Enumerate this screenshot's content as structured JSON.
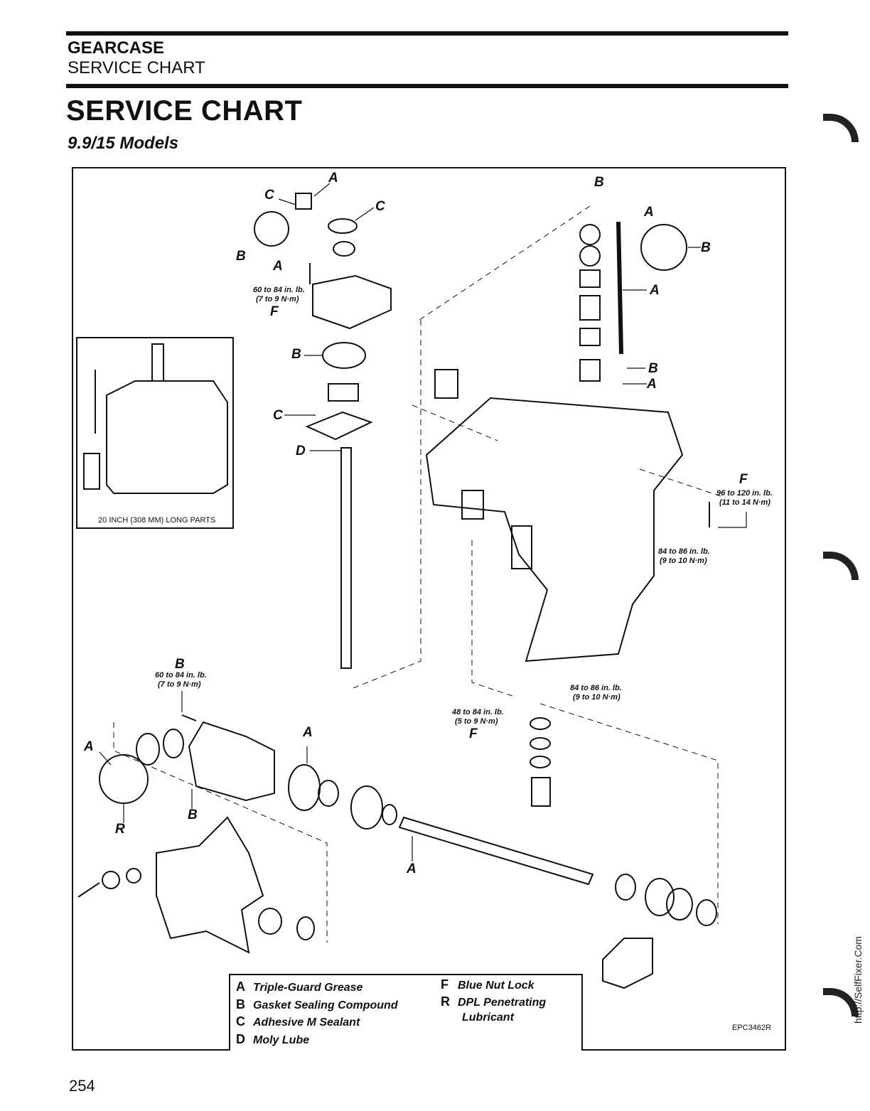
{
  "header": {
    "section": "GEARCASE",
    "subsection": "SERVICE CHART"
  },
  "title": "SERVICE CHART",
  "subtitle": "9.9/15 Models",
  "inset_caption": "20 INCH (308 MM) LONG PARTS",
  "callouts": {
    "a": "A",
    "b": "B",
    "c": "C",
    "d": "D",
    "f": "F",
    "r": "R"
  },
  "torque_specs": [
    {
      "line1": "60 to 84 in. lb.",
      "line2": "(7 to 9 N·m)"
    },
    {
      "line1": "96 to 120 in. lb.",
      "line2": "(11 to 14 N·m)"
    },
    {
      "line1": "84 to 86 in. lb.",
      "line2": "(9 to 10 N·m)"
    },
    {
      "line1": "60 to 84 in. lb.",
      "line2": "(7 to 9 N·m)"
    },
    {
      "line1": "48 to 84 in. lb.",
      "line2": "(5 to 9 N·m)"
    },
    {
      "line1": "84 to 86 in. lb.",
      "line2": "(9 to 10 N·m)"
    }
  ],
  "legend": [
    {
      "key": "A",
      "text": "Triple-Guard Grease"
    },
    {
      "key": "B",
      "text": "Gasket Sealing Compound"
    },
    {
      "key": "C",
      "text": "Adhesive M Sealant"
    },
    {
      "key": "D",
      "text": "Moly Lube"
    },
    {
      "key": "F",
      "text": "Blue Nut Lock"
    },
    {
      "key": "R",
      "text": "DPL Penetrating"
    },
    {
      "key": "",
      "text": "Lubricant"
    }
  ],
  "figure_code": "EPC3462R",
  "page_number": "254",
  "watermark": "http://SelfFixer.Com"
}
